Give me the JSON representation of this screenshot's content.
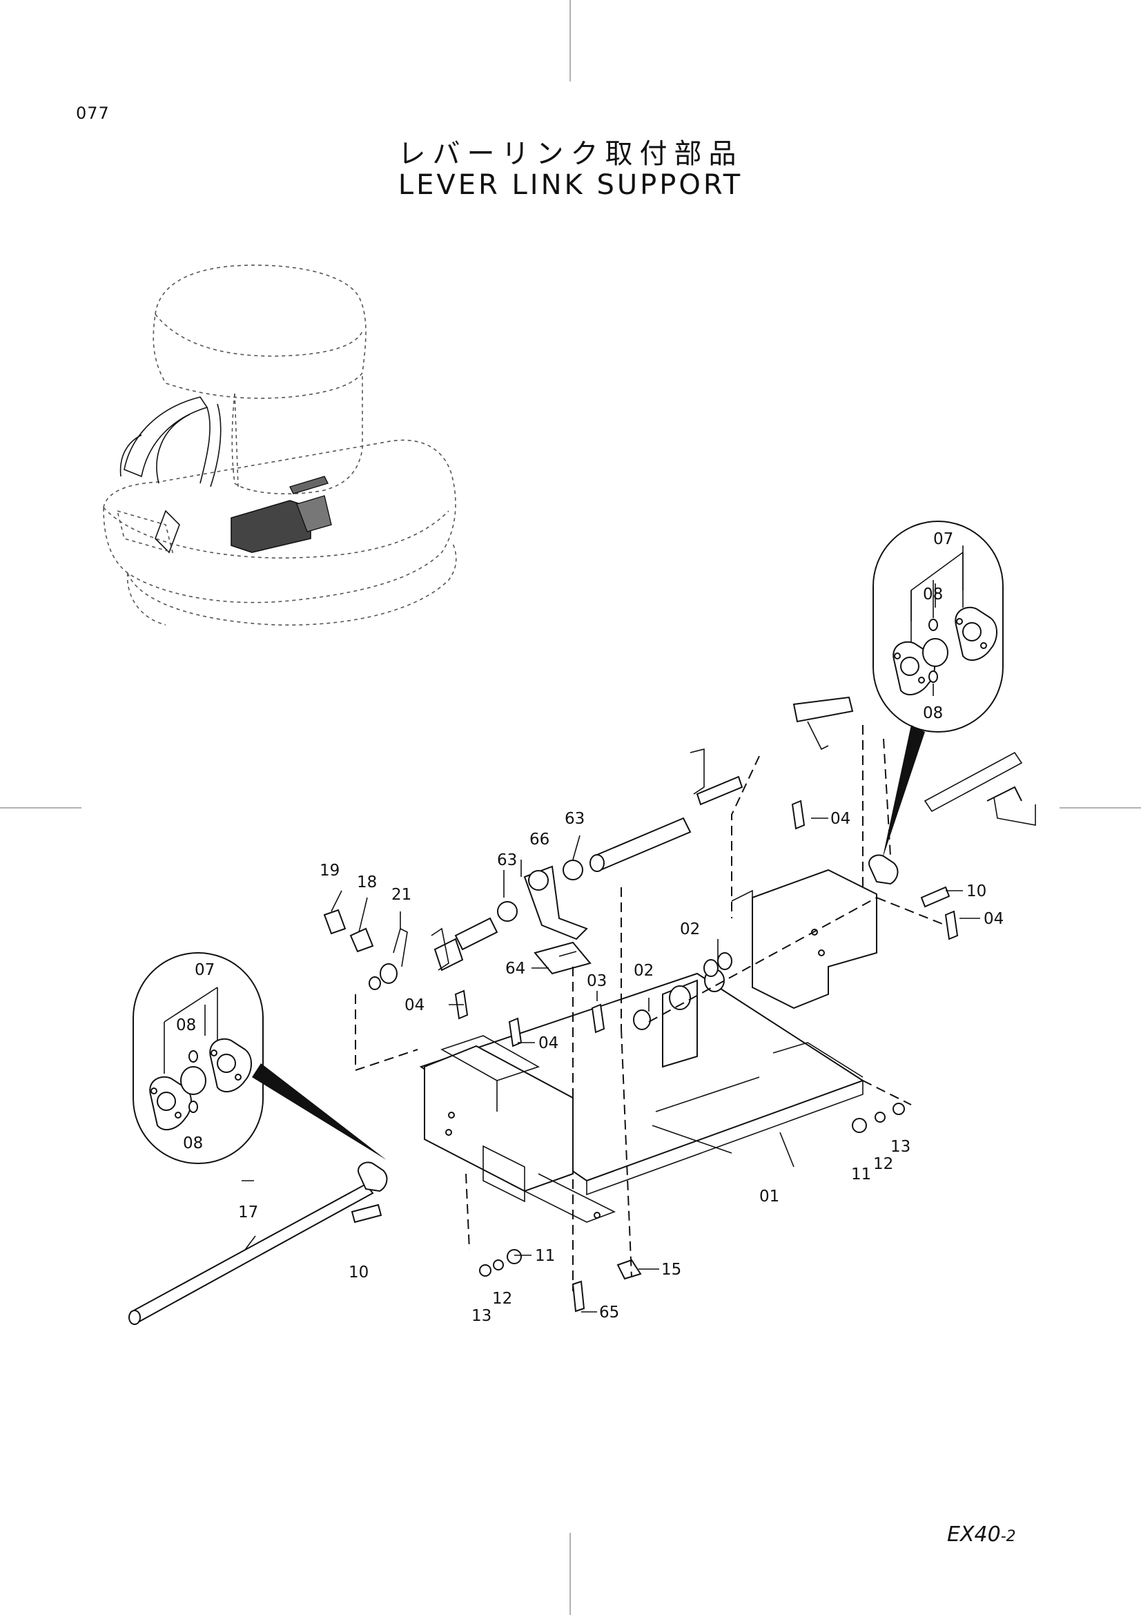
{
  "header": {
    "page_number": "077",
    "title_jp": "レバーリンク取付部品",
    "title_en": "LEVER LINK SUPPORT"
  },
  "footer": {
    "model": "EX40",
    "model_suffix": "-2"
  },
  "callouts": {
    "detail_right": {
      "top": "07",
      "a": "08",
      "b": "08"
    },
    "detail_left": {
      "top": "07",
      "a": "08",
      "b": "08"
    },
    "main": {
      "c19": "19",
      "c18": "18",
      "c21": "21",
      "c63a": "63",
      "c66": "66",
      "c63b": "63",
      "c64": "64",
      "c03": "03",
      "c02a": "02",
      "c02b": "02",
      "c04a": "04",
      "c04b": "04",
      "c04c": "04",
      "c04d": "04",
      "c10a": "10",
      "c10b": "10",
      "c17": "17",
      "c11a": "11",
      "c12a": "12",
      "c13a": "13",
      "c11b": "11",
      "c12b": "12",
      "c13b": "13",
      "c01": "01",
      "c15": "15",
      "c65": "65"
    }
  }
}
